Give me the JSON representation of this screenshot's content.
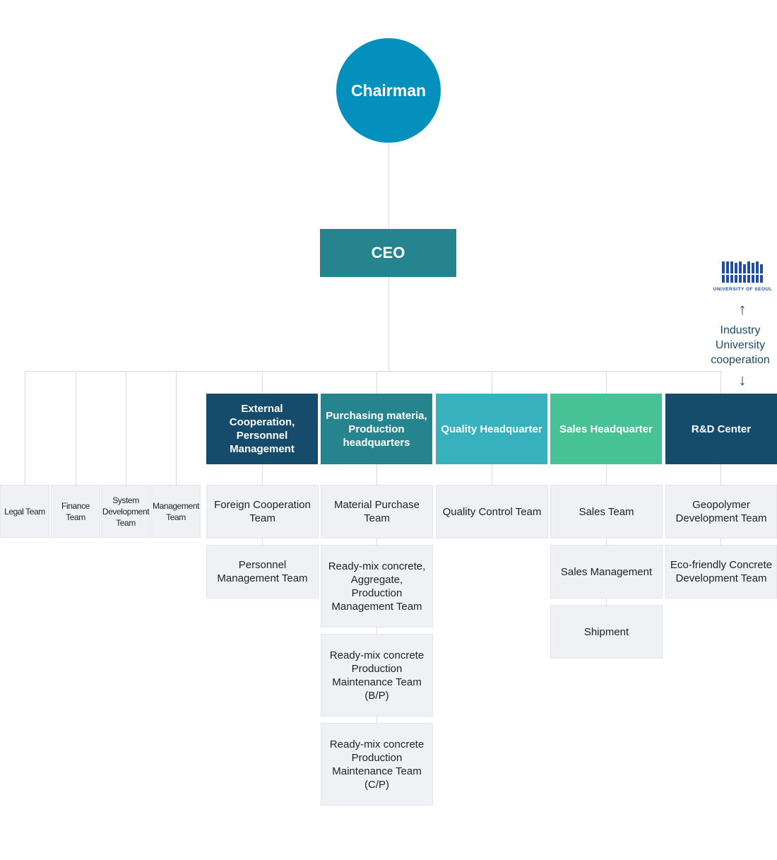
{
  "chairman": "Chairman",
  "ceo": "CEO",
  "staff_teams": [
    "Legal Team",
    "Finance Team",
    "System Development Team",
    "Management Team"
  ],
  "headquarters": [
    {
      "name": "External Cooperation, Personnel Management",
      "color": "#154c6b",
      "teams": [
        "Foreign Cooperation Team",
        "Personnel Management Team"
      ]
    },
    {
      "name": "Purchasing materia, Production headquarters",
      "color": "#26848e",
      "teams": [
        "Material Purchase Team",
        "Ready-mix concrete, Aggregate, Production Management Team",
        "Ready-mix concrete Production Maintenance Team (B/P)",
        "Ready-mix concrete Production Maintenance Team (C/P)"
      ]
    },
    {
      "name": "Quality Headquarter",
      "color": "#37b1bd",
      "teams": [
        "Quality Control Team"
      ]
    },
    {
      "name": "Sales Headquarter",
      "color": "#47c196",
      "teams": [
        "Sales Team",
        "Sales Management",
        "Shipment"
      ]
    },
    {
      "name": "R&D Center",
      "color": "#154c6b",
      "teams": [
        "Geopolymer Development Team",
        "Eco-friendly Concrete Development Team"
      ]
    }
  ],
  "partner": {
    "logo_text": "UNIVERSITY OF SEOUL",
    "label": "Industry University cooperation",
    "logo_color": "#1e4fa0"
  }
}
